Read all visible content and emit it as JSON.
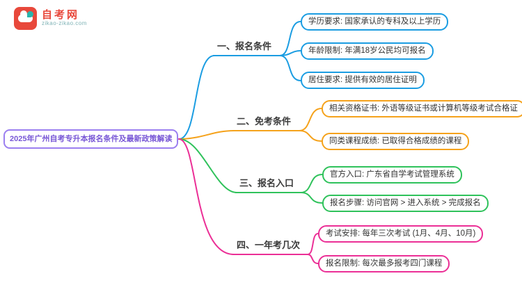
{
  "logo": {
    "title": "自考网",
    "subtitle": "zikao-zikao.com",
    "icon": "cloud-book-logo-icon",
    "brand_color": "#e8483b",
    "accent_color": "#2ab5ad"
  },
  "central": {
    "text": "2025年广州自考专升本报名条件及最新政策解读",
    "color": "#7857d6",
    "border_color": "#9b7ff0"
  },
  "branches": [
    {
      "label": "一、报名条件",
      "color": "#1b9de2",
      "children": [
        {
          "text": "学历要求: 国家承认的专科及以上学历"
        },
        {
          "text": "年龄限制: 年满18岁公民均可报名"
        },
        {
          "text": "居住要求: 提供有效的居住证明"
        }
      ]
    },
    {
      "label": "二、免考条件",
      "color": "#f5a21b",
      "children": [
        {
          "text": "相关资格证书: 外语等级证书或计算机等级考试合格证"
        },
        {
          "text": "同类课程成绩: 已取得合格成绩的课程"
        }
      ]
    },
    {
      "label": "三、报名入口",
      "color": "#2fc25b",
      "children": [
        {
          "text": "官方入口: 广东省自学考试管理系统"
        },
        {
          "text": "报名步骤: 访问官网 > 进入系统 > 完成报名"
        }
      ]
    },
    {
      "label": "四、一年考几次",
      "color": "#eb2f96",
      "children": [
        {
          "text": "考试安排: 每年三次考试 (1月、4月、10月)"
        },
        {
          "text": "报名限制: 每次最多报考四门课程"
        }
      ]
    }
  ]
}
